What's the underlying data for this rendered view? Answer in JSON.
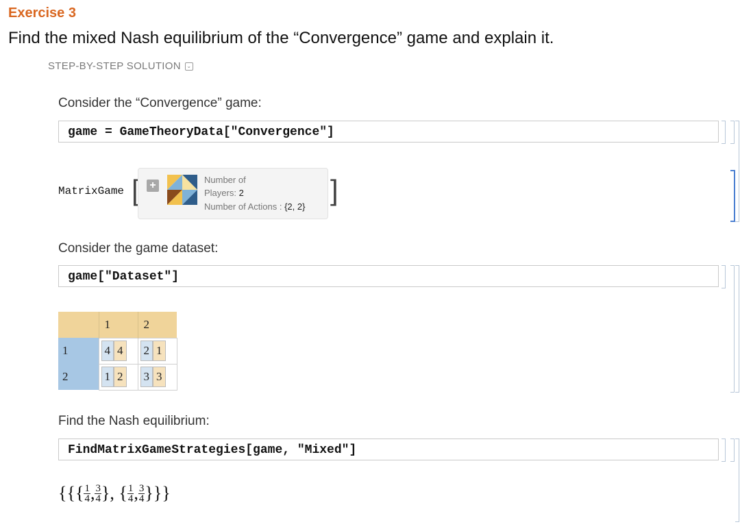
{
  "exercise": {
    "label": "Exercise 3",
    "prompt": "Find the mixed Nash equilibrium of the “Convergence” game and explain it.",
    "solution_toggle": "STEP-BY-STEP SOLUTION"
  },
  "steps": [
    {
      "text": "Consider the “Convergence” game:",
      "code": "game = GameTheoryData[\"Convergence\"]"
    },
    {
      "text": "Consider the game dataset:",
      "code": "game[\"Dataset\"]"
    },
    {
      "text": "Find the Nash equilibrium:",
      "code": "FindMatrixGameStrategies[game, \"Mixed\"]"
    }
  ],
  "matrix_game": {
    "head": "MatrixGame",
    "summary_line1": "Number of",
    "summary_players_label": "Players:",
    "summary_players_value": "2",
    "summary_actions_label": "Number of Actions :",
    "summary_actions_value": "{2, 2}",
    "icon": "payoff-matrix-icon",
    "icon_colors": [
      "#f2c14e",
      "#2f5d8a",
      "#8a4b1c",
      "#7fb2d8"
    ]
  },
  "dataset": {
    "col_headers": [
      "1",
      "2"
    ],
    "row_headers": [
      "1",
      "2"
    ],
    "payoffs": [
      [
        [
          "4",
          "4"
        ],
        [
          "2",
          "1"
        ]
      ],
      [
        [
          "1",
          "2"
        ],
        [
          "3",
          "3"
        ]
      ]
    ]
  },
  "result": {
    "open": "{{{",
    "sep": ",",
    "mid": "}, {",
    "close": "}}}",
    "fractions": [
      {
        "num": "1",
        "den": "4"
      },
      {
        "num": "3",
        "den": "4"
      },
      {
        "num": "1",
        "den": "4"
      },
      {
        "num": "3",
        "den": "4"
      }
    ]
  }
}
